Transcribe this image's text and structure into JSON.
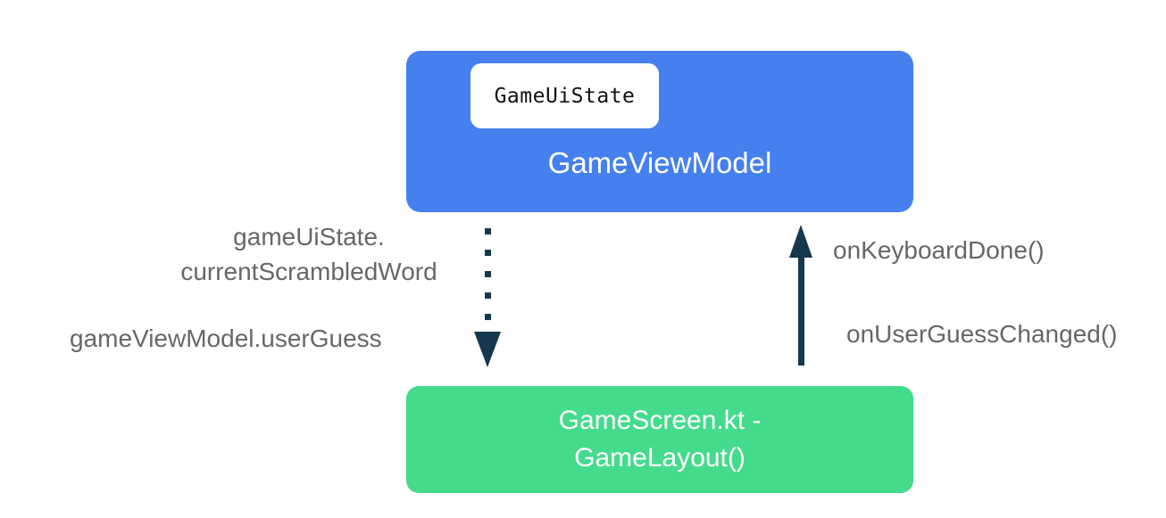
{
  "diagram": {
    "title_hint": "Unidirectional data flow between GameViewModel and GameScreen",
    "viewmodel_box": {
      "title": "GameViewModel",
      "state_chip": "GameUiState"
    },
    "screen_box": {
      "title_line1": "GameScreen.kt -",
      "title_line2": "GameLayout()"
    },
    "labels": {
      "state_flow_line1": "gameUiState.",
      "state_flow_line2": "currentScrambledWord",
      "user_guess": "gameViewModel.userGuess",
      "keyboard_done": "onKeyboardDone()",
      "user_guess_changed": "onUserGuessChanged()"
    },
    "arrows": {
      "state_down_arrow": "dotted, from GameViewModel down to GameScreen",
      "event_up_arrow": "solid, from GameScreen up to GameViewModel"
    },
    "colors": {
      "viewmodel_blue": "#4680ee",
      "screen_green": "#44db8c",
      "arrow_navy": "#17384c",
      "label_gray": "#676767",
      "box_text": "#ffffff",
      "chip_white": "#ffffff",
      "code_text": "#111111",
      "background": "#ffffff"
    }
  }
}
